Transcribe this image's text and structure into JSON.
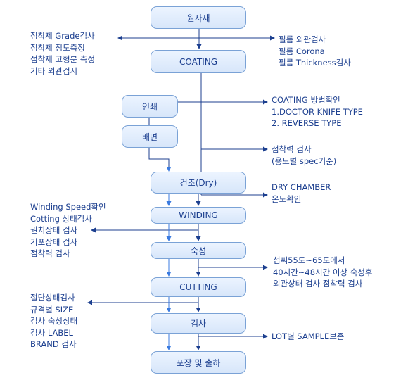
{
  "steps": {
    "raw_material": "원자재",
    "coating": "COATING",
    "printing": "인쇄",
    "backing": "배면",
    "drying": "건조(Dry)",
    "winding": "WINDING",
    "aging": "숙성",
    "cutting": "CUTTING",
    "inspection": "검사",
    "packing": "포장 및 출하"
  },
  "notes": {
    "adhesive_checks": [
      "점착제 Grade검사",
      "점착제 점도측정",
      "점착제 고형분 측정",
      "기타 외관검시"
    ],
    "film_checks": [
      "필름 외관검사",
      "필름 Corona",
      "필름 Thickness검사"
    ],
    "coating_method": [
      "COATING 방법확인",
      "1.DOCTOR KNIFE TYPE",
      "2. REVERSE TYPE"
    ],
    "adhesion_check": [
      "점착력 검사",
      "(용도별 spec기준)"
    ],
    "dry_chamber": [
      "DRY CHAMBER",
      "온도확인"
    ],
    "winding_checks": [
      "Winding Speed확인",
      "Cotting 상태검사",
      "권치상태 검사",
      "기포상태 검사",
      "점착력 검사"
    ],
    "aging_checks": [
      "섭씨55도~65도에서",
      "40시간~48시간 이상 숙성후",
      "외관상태 검사 점착력 검사"
    ],
    "cutting_checks": [
      "절단상태검사",
      "규격별 SIZE",
      "검사 숙성상태",
      "검사 LABEL",
      "BRAND 검사"
    ],
    "sample_keep": [
      "LOT별 SAMPLE보존"
    ]
  },
  "colors": {
    "line": "#1c3f8f",
    "arrow_down": "#3b7be0",
    "box_fill": "#e3eefc",
    "box_border": "#7aa2d6",
    "text": "#1c3f8f"
  }
}
